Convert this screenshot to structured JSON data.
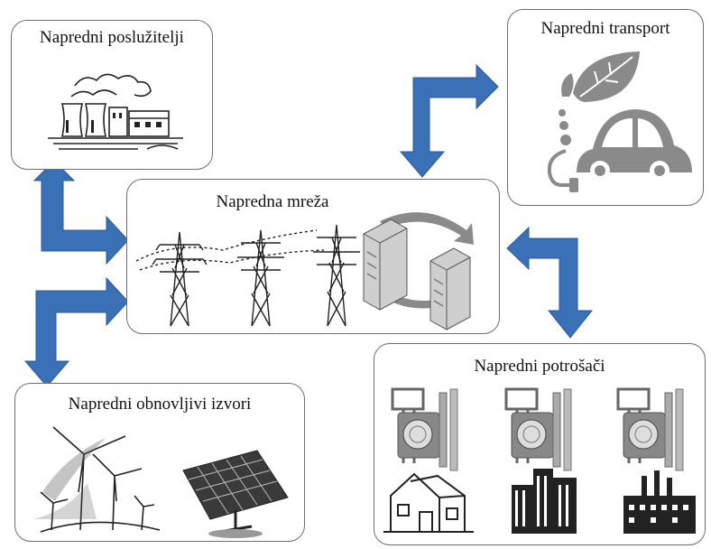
{
  "nodes": {
    "servers": {
      "label": "Napredni poslužitelji"
    },
    "transport": {
      "label": "Napredni transport"
    },
    "grid": {
      "label": "Napredna mreža"
    },
    "renewables": {
      "label": "Napredni obnovljivi izvori"
    },
    "consumers": {
      "label": "Napredni potrošači"
    }
  },
  "colors": {
    "arrow": "#3a70b6",
    "line": "#222222",
    "gray": "#8a8a8a"
  },
  "icons": [
    "power-plant-icon",
    "leaf-icon",
    "electric-car-icon",
    "transmission-tower-icon",
    "server-icon",
    "wind-turbine-icon",
    "solar-panel-icon",
    "smart-meter-icon",
    "house-icon",
    "office-buildings-icon",
    "factory-icon"
  ]
}
